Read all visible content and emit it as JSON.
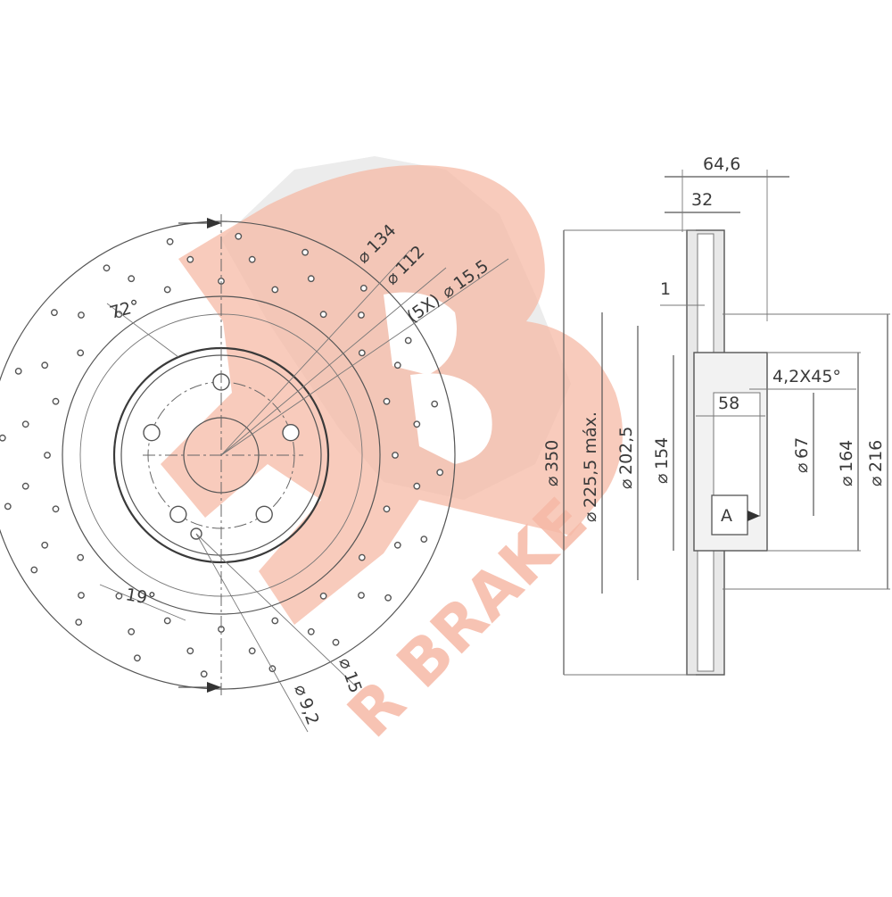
{
  "brand": {
    "logo_text": "R BRAKE",
    "logo_color": "#f6b9a6",
    "logo_shadow": "#d9d9d9"
  },
  "front_view": {
    "angle_72": "72°",
    "angle_19": "19°",
    "d134": "134",
    "d112": "112",
    "bolt_holes": "(5X)",
    "d15_5": "15,5",
    "d15": "15",
    "d9_2": "9,2"
  },
  "section_view": {
    "width_total": "64,6",
    "width_disc": "32",
    "offset_1": "1",
    "chamfer": "4,2X45°",
    "depth_58": "58",
    "d350": "350",
    "d225_5": "225,5 máx.",
    "d202_5": "202,5",
    "d154": "154",
    "d67": "67",
    "d164": "164",
    "d216": "216",
    "datum": "A"
  },
  "symbols": {
    "diameter": "⌀"
  }
}
